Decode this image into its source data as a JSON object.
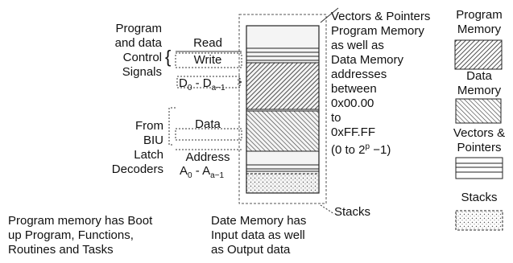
{
  "left_labels": {
    "signals_group": [
      "Program",
      "and data",
      "Control",
      "Signals"
    ],
    "biu_group": [
      "From",
      "BIU",
      "Latch",
      "Decoders"
    ]
  },
  "signal_labels": {
    "read": "Read",
    "write": "Write",
    "data_bus_base": "D",
    "data_bus_sub0": "0",
    "data_bus_sep": " - D",
    "data_bus_sub1": "a−1",
    "data": "Data",
    "address": "Address",
    "addr_base": "A",
    "addr_sub0": "0",
    "addr_sep": " - A",
    "addr_sub1": "a−1"
  },
  "right_note": {
    "lines": [
      "Vectors & Pointers",
      "Program Memory",
      "as well as",
      "Data Memory",
      "addresses",
      "between",
      "0x00.00",
      "to",
      "0xFF.FF"
    ],
    "range_pre": "(0 to 2",
    "range_sup": "p",
    "range_post": " −1)"
  },
  "stacks_label": "Stacks",
  "legend": {
    "program": [
      "Program",
      "Memory"
    ],
    "data": [
      "Data",
      "Memory"
    ],
    "vectors": [
      "Vectors &",
      "Pointers"
    ],
    "stacks": [
      "Stacks"
    ]
  },
  "bottom_notes": {
    "program": [
      "Program memory has Boot",
      "up Program, Functions,",
      "Routines and Tasks"
    ],
    "data": [
      "Date Memory has",
      "Input data as well",
      "as Output data"
    ]
  }
}
